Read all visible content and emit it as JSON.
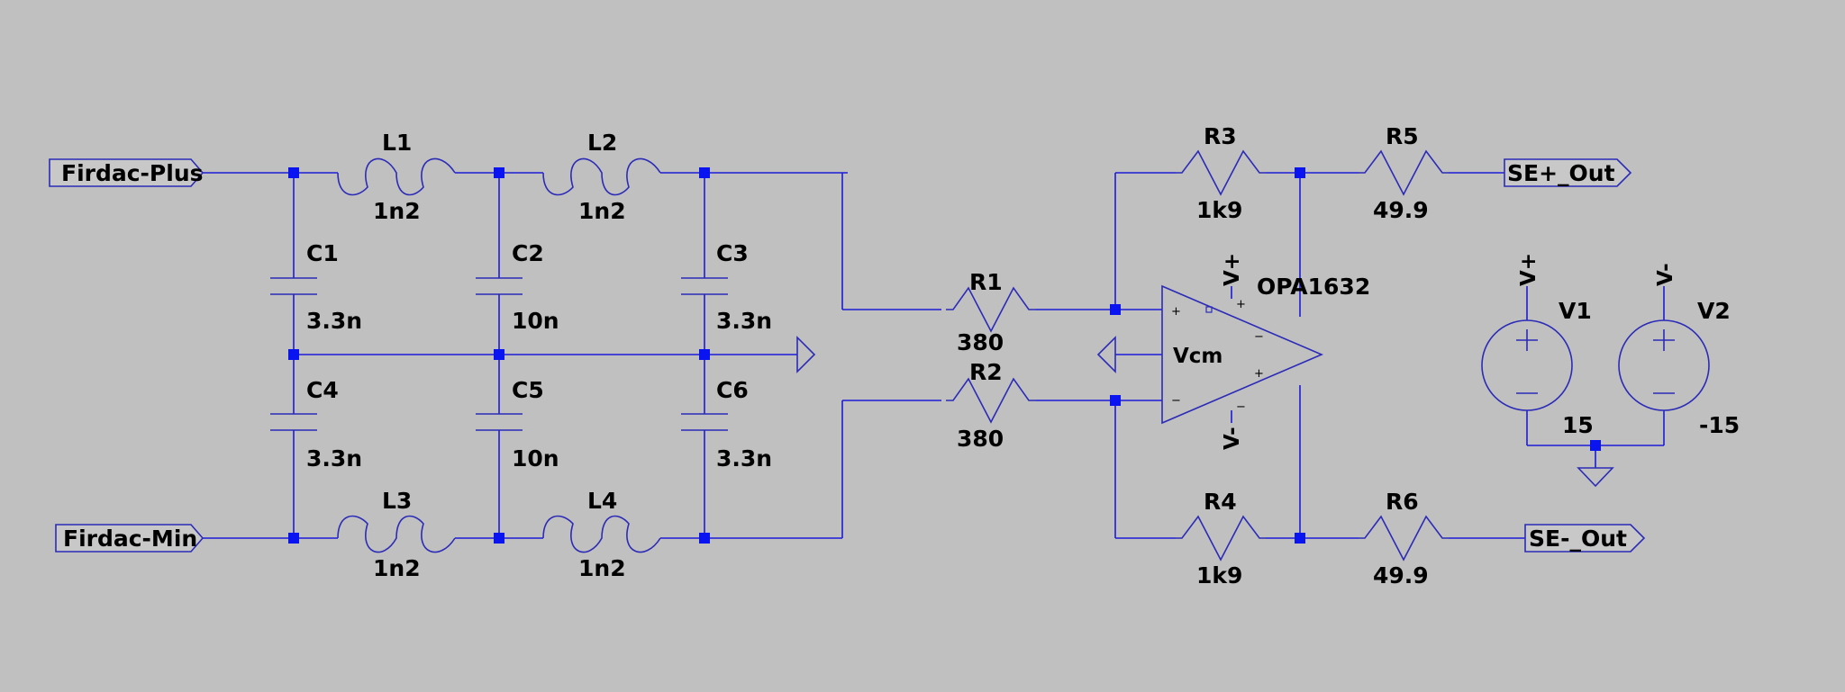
{
  "ports": {
    "in_plus": "Firdac-Plus",
    "in_min": "Firdac-Min",
    "out_plus": "SE+_Out",
    "out_min": "SE-_Out"
  },
  "inductors": [
    {
      "name": "L1",
      "value": "1n2"
    },
    {
      "name": "L2",
      "value": "1n2"
    },
    {
      "name": "L3",
      "value": "1n2"
    },
    {
      "name": "L4",
      "value": "1n2"
    }
  ],
  "capacitors": [
    {
      "name": "C1",
      "value": "3.3n"
    },
    {
      "name": "C2",
      "value": "10n"
    },
    {
      "name": "C3",
      "value": "3.3n"
    },
    {
      "name": "C4",
      "value": "3.3n"
    },
    {
      "name": "C5",
      "value": "10n"
    },
    {
      "name": "C6",
      "value": "3.3n"
    }
  ],
  "resistors": [
    {
      "name": "R1",
      "value": "380"
    },
    {
      "name": "R2",
      "value": "380"
    },
    {
      "name": "R3",
      "value": "1k9"
    },
    {
      "name": "R4",
      "value": "1k9"
    },
    {
      "name": "R5",
      "value": "49.9"
    },
    {
      "name": "R6",
      "value": "49.9"
    }
  ],
  "opamp": {
    "name": "OPA1632",
    "vcm": "Vcm",
    "vplus": "V+",
    "vminus": "V-",
    "pin_plus": "+",
    "pin_minus": "−"
  },
  "sources": [
    {
      "name": "V1",
      "value": "15",
      "net": "V+"
    },
    {
      "name": "V2",
      "value": "-15",
      "net": "V-"
    }
  ],
  "colors": {
    "wire": "#1c1cd8",
    "junction": "#0a14f0",
    "background": "#c0c0c0"
  }
}
